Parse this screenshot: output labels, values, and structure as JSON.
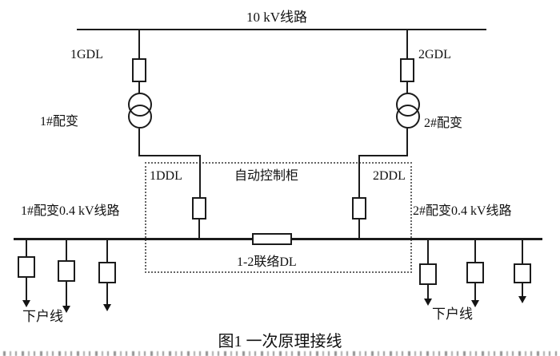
{
  "figure": {
    "caption": "图1  一次原理接线",
    "labels": {
      "top_bus": "10 kV线路",
      "breaker_left": "1GDL",
      "breaker_right": "2GDL",
      "transformer_left": "1#配变",
      "transformer_right": "2#配变",
      "cabinet": "自动控制柜",
      "ddl_left": "1DDL",
      "ddl_right": "2DDL",
      "tie_breaker": "1-2联络DL",
      "lv_bus_left": "1#配变0.4 kV线路",
      "lv_bus_right": "2#配变0.4 kV线路",
      "service_drop_left": "下户线",
      "service_drop_right": "下户线"
    },
    "colors": {
      "line": "#1b1b1b",
      "background": "#ffffff",
      "cabinet_border": "#666666"
    }
  }
}
